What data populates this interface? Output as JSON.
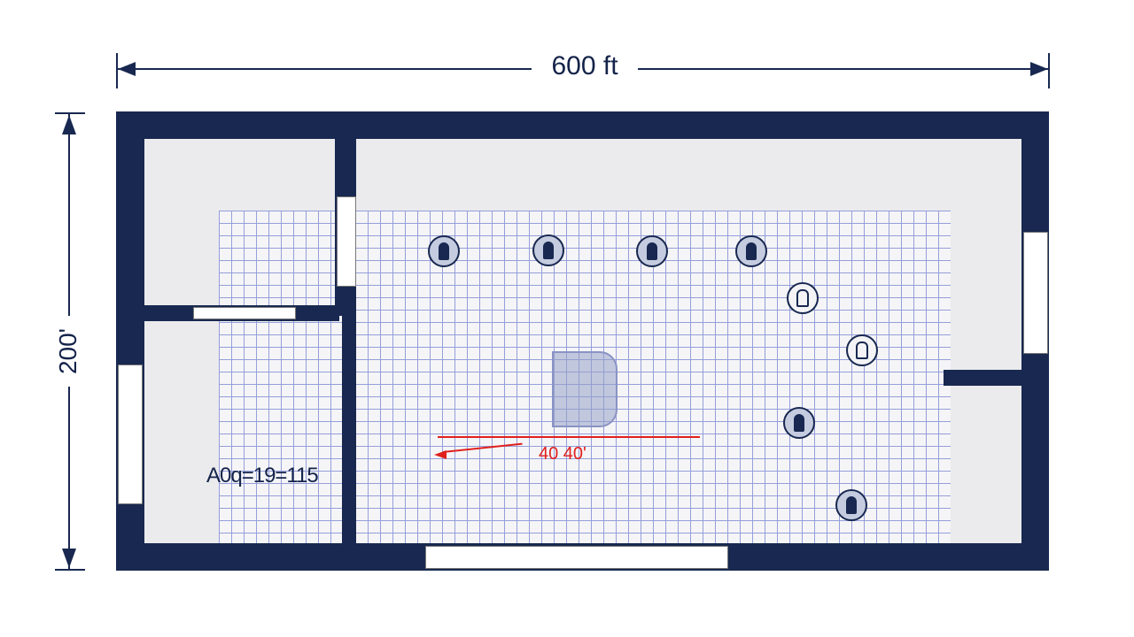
{
  "dimensions": {
    "width_label": "600 ft",
    "height_label": "200'"
  },
  "annotations": {
    "left_room_text": "A0q=19=115",
    "red_measure_text": "40 40'"
  },
  "colors": {
    "wall": "#182850",
    "grid": "#8c96d8",
    "annotation": "#e0201c"
  }
}
